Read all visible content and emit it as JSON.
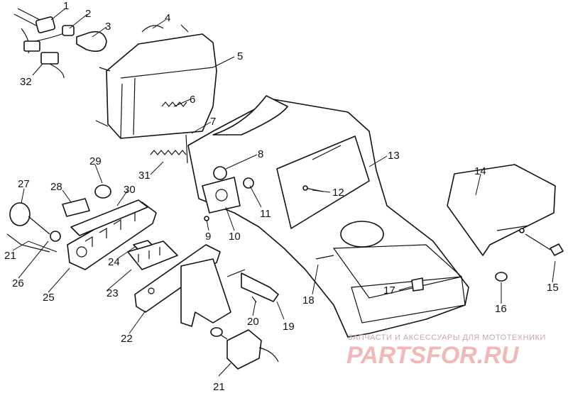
{
  "callouts": [
    {
      "id": "1",
      "text": "1"
    },
    {
      "id": "2",
      "text": "2"
    },
    {
      "id": "3",
      "text": "3"
    },
    {
      "id": "4",
      "text": "4"
    },
    {
      "id": "5",
      "text": "5"
    },
    {
      "id": "6",
      "text": "6"
    },
    {
      "id": "7",
      "text": "7"
    },
    {
      "id": "8",
      "text": "8"
    },
    {
      "id": "9",
      "text": "9"
    },
    {
      "id": "10",
      "text": "10"
    },
    {
      "id": "11",
      "text": "11"
    },
    {
      "id": "12",
      "text": "12"
    },
    {
      "id": "13",
      "text": "13"
    },
    {
      "id": "14",
      "text": "14"
    },
    {
      "id": "15",
      "text": "15"
    },
    {
      "id": "16",
      "text": "16"
    },
    {
      "id": "17",
      "text": "17"
    },
    {
      "id": "18",
      "text": "18"
    },
    {
      "id": "19",
      "text": "19"
    },
    {
      "id": "20",
      "text": "20"
    },
    {
      "id": "21a",
      "text": "21"
    },
    {
      "id": "21b",
      "text": "21"
    },
    {
      "id": "22",
      "text": "22"
    },
    {
      "id": "23",
      "text": "23"
    },
    {
      "id": "24",
      "text": "24"
    },
    {
      "id": "25",
      "text": "25"
    },
    {
      "id": "26",
      "text": "26"
    },
    {
      "id": "27",
      "text": "27"
    },
    {
      "id": "28",
      "text": "28"
    },
    {
      "id": "29",
      "text": "29"
    },
    {
      "id": "30",
      "text": "30"
    },
    {
      "id": "31",
      "text": "31"
    },
    {
      "id": "32",
      "text": "32"
    }
  ],
  "watermark": {
    "tagline": "ЗАПЧАСТИ И АКСЕССУАРЫ ДЛЯ МОТОТЕХНИКИ",
    "logo": "PARTSFOR.RU"
  }
}
